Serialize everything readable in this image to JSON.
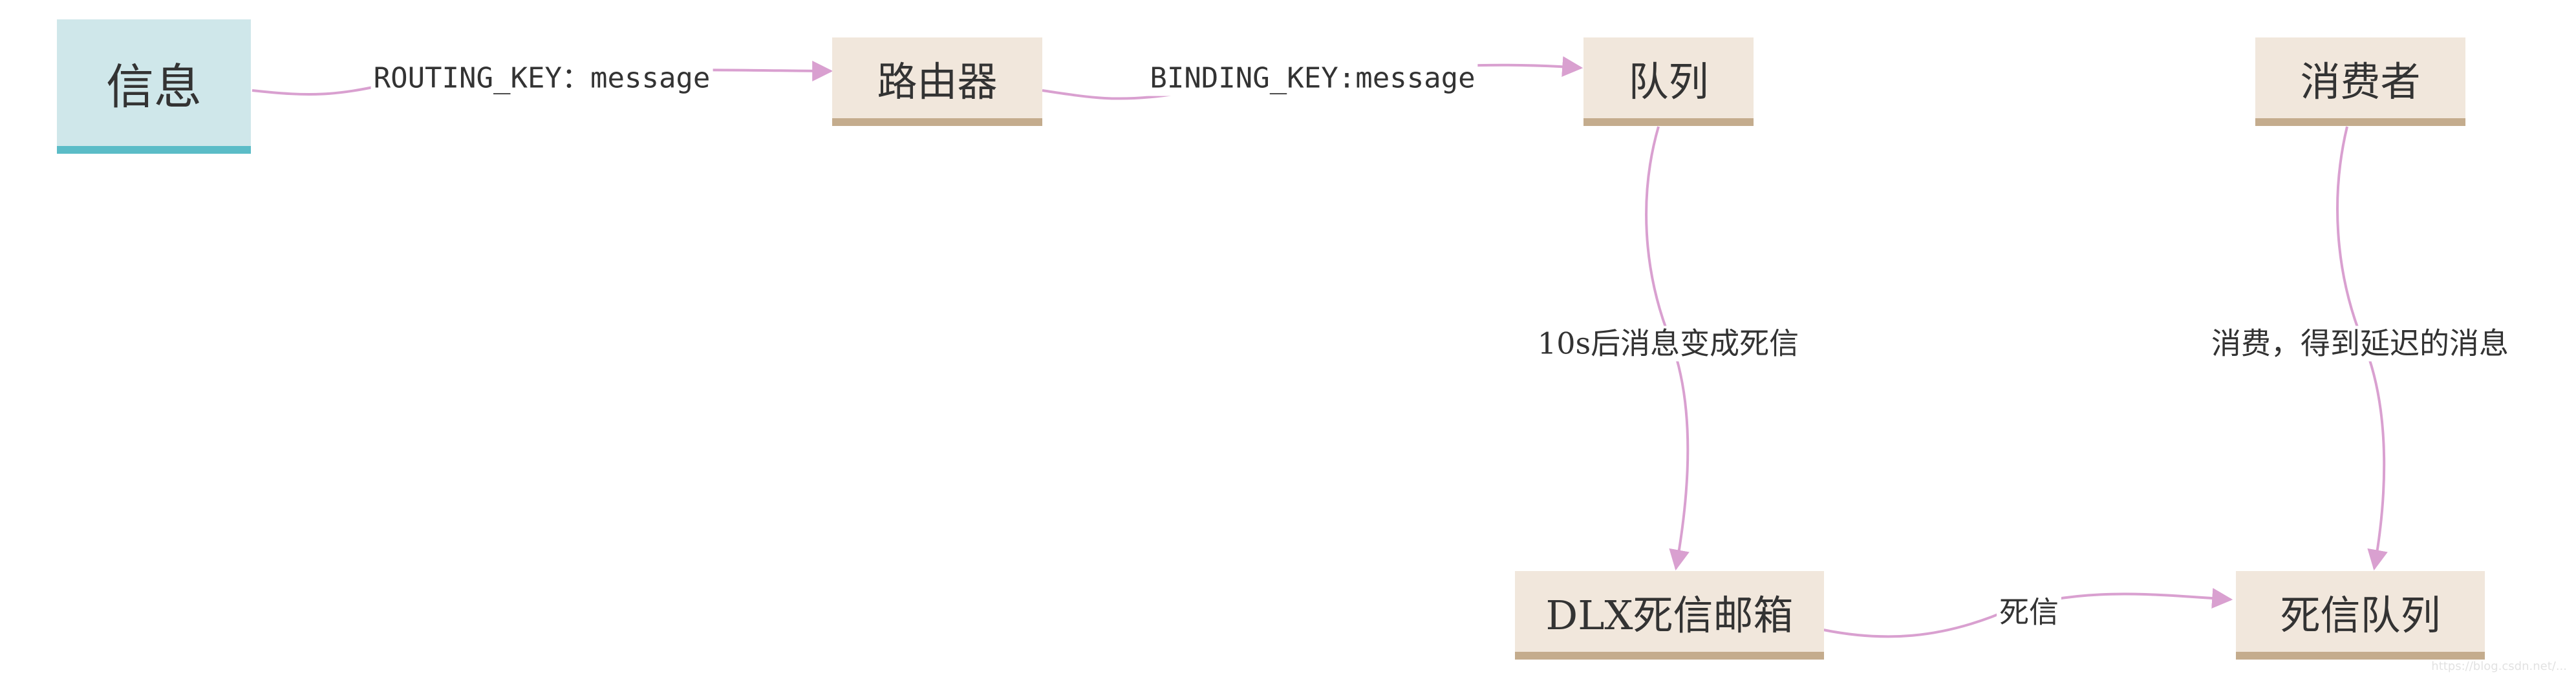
{
  "colors": {
    "edge": "#d9a0d0",
    "message_fill": "#cfe7ea",
    "message_border": "#5bbcc7",
    "node_fill": "#f1e7dc",
    "node_border": "#c4ac8d",
    "text": "#333333"
  },
  "nodes": {
    "message": "信息",
    "router": "路由器",
    "queue": "队列",
    "consumer": "消费者",
    "dlx": "DLX死信邮箱",
    "dead_queue": "死信队列"
  },
  "edges": {
    "routing": "ROUTING_KEY：message",
    "binding": "BINDING_KEY:message",
    "expire": "10s后消息变成死信",
    "dead": "死信",
    "consume": "消费，得到延迟的消息"
  },
  "watermark": "https://blog.csdn.net/..."
}
